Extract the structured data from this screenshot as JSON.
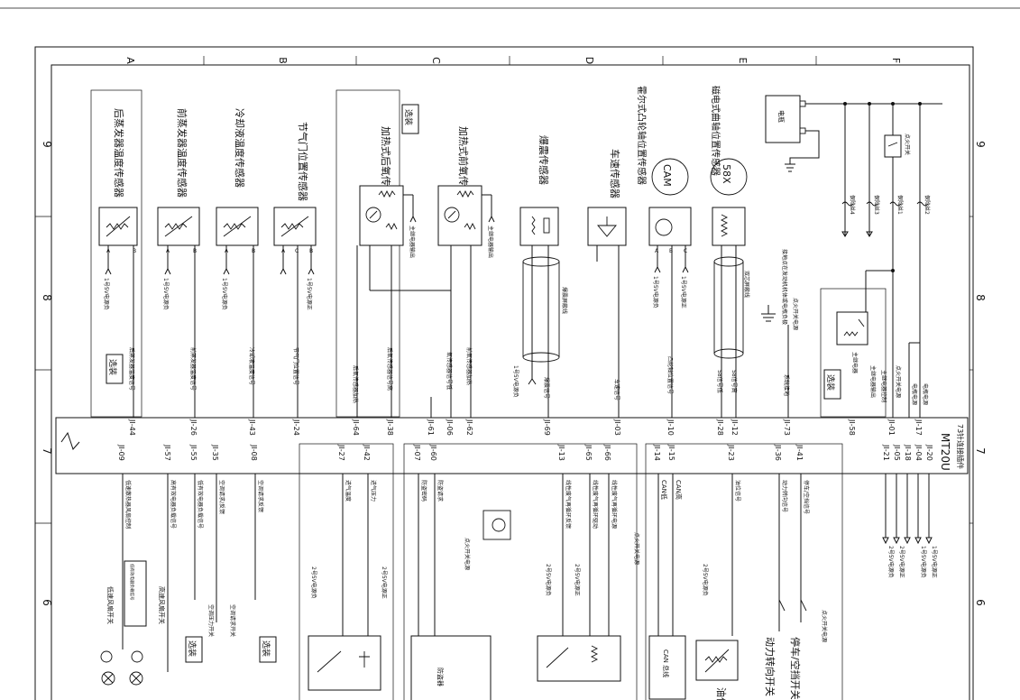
{
  "frame": {
    "columns": [
      "A",
      "B",
      "C",
      "D",
      "E",
      "F"
    ],
    "rows": [
      "9",
      "8",
      "7",
      "6"
    ]
  },
  "ecu": {
    "name": "MT20U",
    "subtitle": "73针连接插件"
  },
  "top_components": [
    {
      "id": "rear-evap-temp",
      "label": "后蒸发器温度传感器",
      "pins": [
        "A",
        "B"
      ],
      "feed": "1号5V电源负",
      "signal": "后蒸发器温度信号",
      "connector": "JI-44"
    },
    {
      "id": "front-evap-temp",
      "label": "前蒸发器温度传感器",
      "pins": [
        "A",
        "B"
      ],
      "feed": "1号5V电源负",
      "signal": "前蒸发器温度信号",
      "connector": "JI-26"
    },
    {
      "id": "coolant-temp",
      "label": "冷却液温度传感器",
      "pins": [
        "A",
        "B"
      ],
      "feed": "1号5V电源负",
      "signal": "冷却液温度信号",
      "connector": "JI-43"
    },
    {
      "id": "throttle-pos",
      "label": "节气门位置传感器",
      "pins": [
        "A",
        "C",
        "B"
      ],
      "feed": "1号5V电源正",
      "signal": "节气门位置信号",
      "connector": "JI-24"
    },
    {
      "id": "rear-o2",
      "label": "加热式后氧传感器",
      "feed": "主继电器输出",
      "signal": "后氧传感器信号高",
      "signal2": "后氧传感器加热",
      "connectors": [
        "JI-64",
        "JI-38"
      ]
    },
    {
      "id": "front-o2",
      "label": "加热式前氧传感器",
      "feed": "主继电器输出",
      "signal": "氧传感器信号低",
      "signal2": "前氧传感器加热",
      "connectors": [
        "JI-06",
        "JI-62"
      ]
    },
    {
      "id": "knock",
      "label": "爆震传感器",
      "shield": "爆震屏蔽线",
      "signal": "爆震信号",
      "signal2": "1号5V电源负",
      "connectors": [
        "JI-69",
        "JI-61"
      ]
    },
    {
      "id": "vss",
      "label": "车速传感器",
      "signal": "车速信号",
      "connector": "JI-03"
    },
    {
      "id": "cam",
      "label": "霍尔式凸轮轴位置传感器",
      "badge": "CAM",
      "pins": [
        "A",
        "B",
        "C"
      ],
      "feed1": "1号5V电源负",
      "feed2": "1号5V电源正",
      "signal": "凸轮轴位置信号",
      "connector": "JI-10"
    },
    {
      "id": "crank",
      "label": "磁电式曲轴位置传感器",
      "badge": "58X",
      "shield": "双芯屏蔽线",
      "signal": "58信号高",
      "signal2": "58信号低",
      "connectors": [
        "JI-28",
        "JI-12"
      ]
    }
  ],
  "power": {
    "battery": "电瓶",
    "ignition": "点火开关",
    "fuses": [
      "保险丝4",
      "保险丝3",
      "保险丝1",
      "保险丝2"
    ],
    "main_relay": "主继电器",
    "ground_note": "接地点在发动机机体或电瓶负极",
    "ign_power": "点火开关电源",
    "sys_ground": "系统接地",
    "relay_out": "主继电器输出",
    "relay_ctrl": "主继电器控制",
    "battery_power": "电瓶电源",
    "battery_power2": "电瓶电源",
    "ign_power2": "点火开关电源",
    "connectors": [
      "JI-73",
      "JI-58",
      "JI-01",
      "JI-17",
      "JI-18",
      "JI-04",
      "JI-05",
      "JI-14",
      "JI-15",
      "JI-20",
      "JI-21"
    ],
    "rails": [
      "1号5V电源正",
      "1号5V电源负",
      "2号5V电源正",
      "2号5V电源负"
    ]
  },
  "bottom_signals": [
    {
      "connector": "JI-09",
      "label": "低速散热器风扇控制",
      "sub": "低有效电器负载信号"
    },
    {
      "connector": "JI-57",
      "label": "高有效电器负载信号"
    },
    {
      "connector": "JI-55",
      "label": "低有效电器负载信号"
    },
    {
      "connector": "JI-35",
      "label": "空调请求/反馈"
    },
    {
      "connector": "JI-08",
      "label": "空调请求反馈"
    },
    {
      "connector": "JI-27",
      "label": "进气温度"
    },
    {
      "connector": "JI-42",
      "label": "进气压力"
    },
    {
      "connector": "JI-07",
      "label": "防盗密码"
    },
    {
      "connector": "JI-60",
      "label": "防盗请求"
    },
    {
      "connector": "JI-13",
      "label": "线性废气再循环反馈"
    },
    {
      "connector": "JI-65",
      "label": "线性废气再循环驱动"
    },
    {
      "connector": "JI-66",
      "label": "线性废气再循环电源"
    },
    {
      "connector": "JI-14",
      "label": "CAN低"
    },
    {
      "connector": "JI-15",
      "label": "CAN高"
    },
    {
      "connector": "JI-23",
      "label": "油位信号"
    },
    {
      "connector": "JI-36",
      "label": "动力转向信号"
    },
    {
      "connector": "JI-41",
      "label": "停车/空挡信号"
    }
  ],
  "bottom_labels": {
    "speed_fan": "低速风扇开关",
    "high_fan": "高速风扇开关",
    "ac_switch": "空调请求开关",
    "ac_pressure": "空调压力开关",
    "rail2_neg": "2号5V电源负",
    "rail2_pos": "2号5V电源正",
    "ign_power": "点火开关电源",
    "immobilizer": "防盗器",
    "can_module": "CAN 总线",
    "steering": "动力转向开关",
    "neutral": "停车/空挡开关",
    "oil": "油位"
  },
  "sealed_tag": "选装",
  "badge_tag": "选装"
}
